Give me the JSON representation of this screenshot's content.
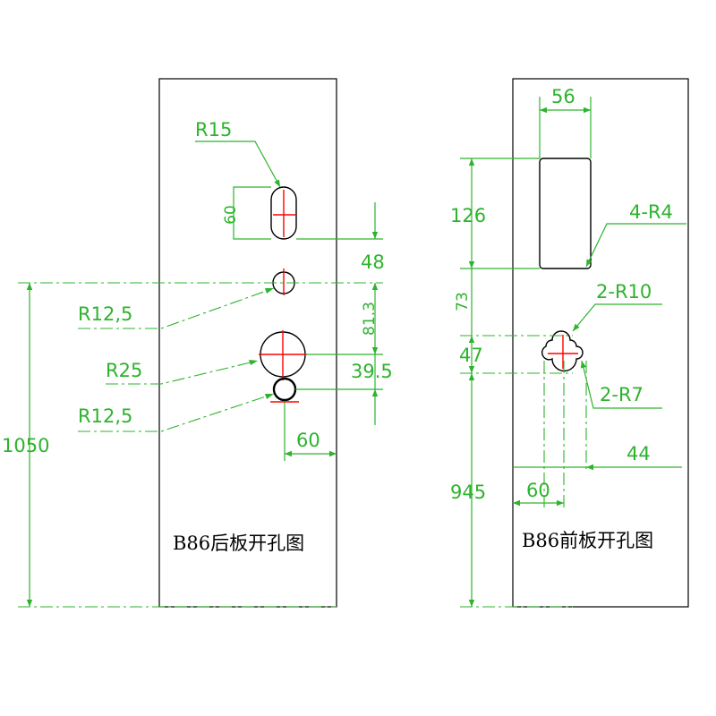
{
  "colors": {
    "dimension": "#2db32d",
    "outline": "#000000",
    "centerline": "#ff0000"
  },
  "rear_panel": {
    "title": "B86后板开孔图",
    "labels": {
      "slot_radius": "R15",
      "slot_height": "60",
      "spacing_top": "48",
      "small_hole_radius": "R12,5",
      "total_height": "1050",
      "spacing_mid": "81.3",
      "big_hole_radius": "R25",
      "spacing_bottom": "39.5",
      "bottom_hole_radius": "R12,5",
      "offset_right": "60"
    }
  },
  "front_panel": {
    "title": "B86前板开孔图",
    "labels": {
      "window_width": "56",
      "window_height": "126",
      "corner_radius": "4-R4",
      "gap": "73",
      "cross_radius_large": "2-R10",
      "cross_height": "47",
      "cross_radius_small": "2-R7",
      "cross_offset": "44",
      "bottom_height": "945",
      "cross_width": "60"
    }
  }
}
